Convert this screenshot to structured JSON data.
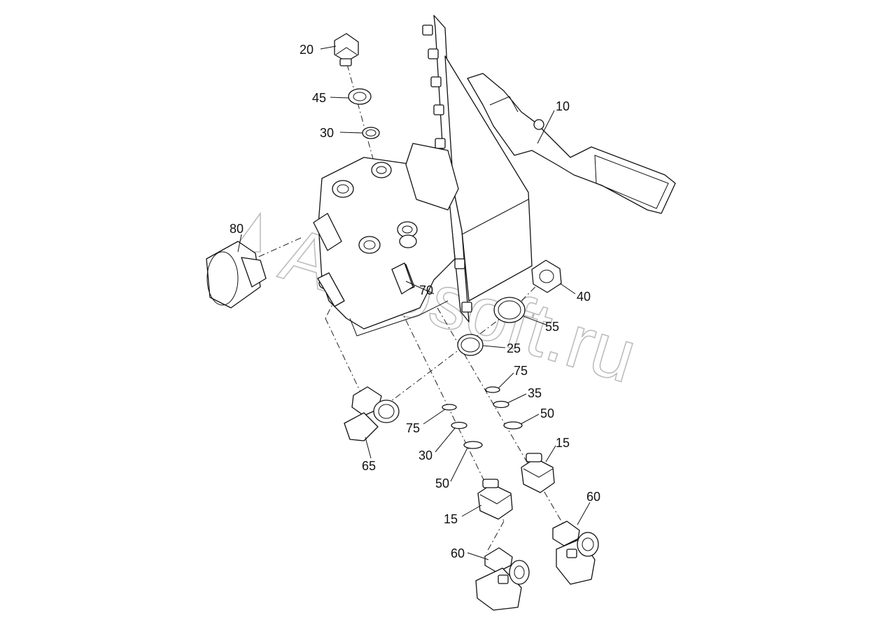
{
  "watermark": {
    "text": "Autosoft.ru"
  },
  "callouts": [
    {
      "id": "20",
      "label": "20"
    },
    {
      "id": "45",
      "label": "45"
    },
    {
      "id": "30a",
      "label": "30"
    },
    {
      "id": "10",
      "label": "10"
    },
    {
      "id": "80",
      "label": "80"
    },
    {
      "id": "70",
      "label": "70"
    },
    {
      "id": "40",
      "label": "40"
    },
    {
      "id": "55",
      "label": "55"
    },
    {
      "id": "25",
      "label": "25"
    },
    {
      "id": "75a",
      "label": "75"
    },
    {
      "id": "35",
      "label": "35"
    },
    {
      "id": "50a",
      "label": "50"
    },
    {
      "id": "15a",
      "label": "15"
    },
    {
      "id": "75b",
      "label": "75"
    },
    {
      "id": "30b",
      "label": "30"
    },
    {
      "id": "50b",
      "label": "50"
    },
    {
      "id": "15b",
      "label": "15"
    },
    {
      "id": "65",
      "label": "65"
    },
    {
      "id": "60a",
      "label": "60"
    },
    {
      "id": "60b",
      "label": "60"
    }
  ]
}
